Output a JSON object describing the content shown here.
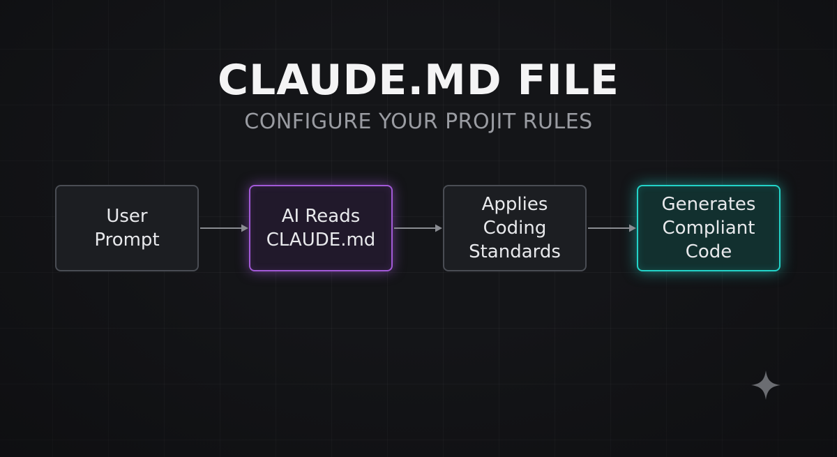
{
  "header": {
    "title": "CLAUDE.MD FILE",
    "subtitle": "CONFIGURE YOUR PROJIT RULES"
  },
  "flow": {
    "steps": [
      {
        "label": "User\nPrompt"
      },
      {
        "label": "AI Reads\nCLAUDE.md",
        "accent": "#a35ad8"
      },
      {
        "label": "Applies\nCoding\nStandards"
      },
      {
        "label": "Generates\nCompliant\nCode",
        "accent": "#23d3c8"
      }
    ],
    "arrow_color": "#8a8c92"
  },
  "decoration": {
    "icon": "sparkle-icon"
  },
  "colors": {
    "background": "#141518",
    "node_border": "#4a4d54",
    "title": "#f4f4f5",
    "subtitle": "#9a9ca2"
  }
}
